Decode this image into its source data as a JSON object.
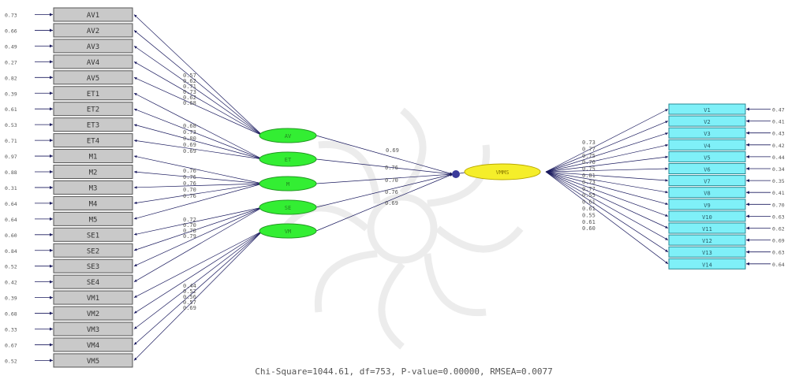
{
  "diagram": {
    "left_indicators": [
      {
        "label": "AV1",
        "error": "0.73"
      },
      {
        "label": "AV2",
        "error": "0.66"
      },
      {
        "label": "AV3",
        "error": "0.49"
      },
      {
        "label": "AV4",
        "error": "0.27"
      },
      {
        "label": "AV5",
        "error": "0.82"
      },
      {
        "label": "ET1",
        "error": "0.39"
      },
      {
        "label": "ET2",
        "error": "0.61"
      },
      {
        "label": "ET3",
        "error": "0.53"
      },
      {
        "label": "ET4",
        "error": "0.71"
      },
      {
        "label": "M1",
        "error": "0.97"
      },
      {
        "label": "M2",
        "error": "0.88"
      },
      {
        "label": "M3",
        "error": "0.31"
      },
      {
        "label": "M4",
        "error": "0.64"
      },
      {
        "label": "M5",
        "error": "0.64"
      },
      {
        "label": "SE1",
        "error": "0.60"
      },
      {
        "label": "SE2",
        "error": "0.84"
      },
      {
        "label": "SE3",
        "error": "0.52"
      },
      {
        "label": "SE4",
        "error": "0.42"
      },
      {
        "label": "VM1",
        "error": "0.39"
      },
      {
        "label": "VM2",
        "error": "0.68"
      },
      {
        "label": "VM3",
        "error": "0.33"
      },
      {
        "label": "VM4",
        "error": "0.67"
      },
      {
        "label": "VM5",
        "error": "0.52"
      }
    ],
    "left_loadings": [
      "0.57",
      "0.62",
      "0.71",
      "0.73",
      "0.62",
      "0.68",
      "0.68",
      "0.73",
      "0.80",
      "0.69",
      "0.69",
      "0.76",
      "0.76",
      "0.76",
      "0.70",
      "0.76",
      "0.72",
      "0.70",
      "0.78",
      "0.79",
      "0.44",
      "0.52",
      "0.56",
      "0.57",
      "0.69"
    ],
    "latent_factors": [
      {
        "label": "AV"
      },
      {
        "label": "ET"
      },
      {
        "label": "M"
      },
      {
        "label": "SE"
      },
      {
        "label": "VM"
      }
    ],
    "factor_to_second_order": [
      "0.69",
      "0.76",
      "0.70",
      "0.76",
      "0.69"
    ],
    "second_order": {
      "label": "VMMS"
    },
    "right_indicators": [
      {
        "label": "V1",
        "error": "0.47"
      },
      {
        "label": "V2",
        "error": "0.41"
      },
      {
        "label": "V3",
        "error": "0.43"
      },
      {
        "label": "V4",
        "error": "0.42"
      },
      {
        "label": "V5",
        "error": "0.44"
      },
      {
        "label": "V6",
        "error": "0.34"
      },
      {
        "label": "V7",
        "error": "0.35"
      },
      {
        "label": "V8",
        "error": "0.41"
      },
      {
        "label": "V9",
        "error": "0.70"
      },
      {
        "label": "V10",
        "error": "0.63"
      },
      {
        "label": "V11",
        "error": "0.62"
      },
      {
        "label": "V12",
        "error": "0.69"
      },
      {
        "label": "V13",
        "error": "0.63"
      },
      {
        "label": "V14",
        "error": "0.64"
      }
    ],
    "right_loadings": [
      "0.73",
      "0.77",
      "0.75",
      "0.76",
      "0.75",
      "0.81",
      "0.73",
      "0.77",
      "0.55",
      "0.61",
      "0.61",
      "0.55",
      "0.61",
      "0.60"
    ],
    "fit_statistics": "Chi-Square=1044.61, df=753, P-value=0.00000, RMSEA=0.0077",
    "colors": {
      "indicator_fill": "#c9c9c9",
      "indicator_fill_right": "#7ff0f8",
      "factor_fill": "#33ee33",
      "second_order_fill": "#f5ee2a",
      "line": "#1a1a5e",
      "text": "#444444"
    }
  }
}
